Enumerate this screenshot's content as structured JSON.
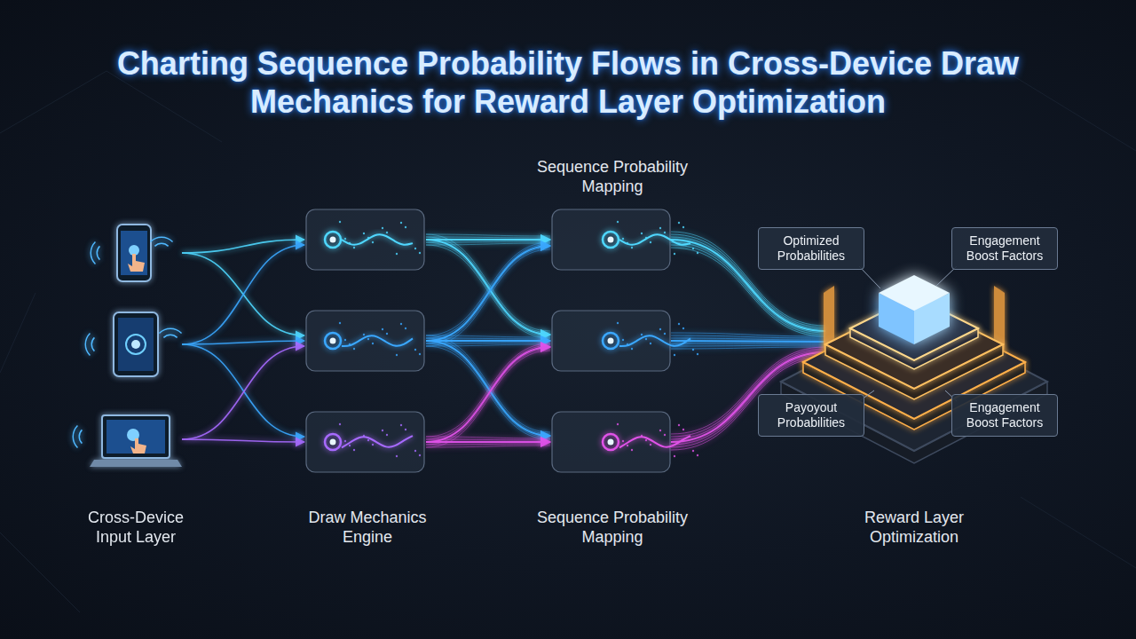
{
  "diagram": {
    "title": "Charting Sequence Probability Flows in Cross-Device Draw Mechanics for Reward Layer Optimization",
    "nodes": [
      {
        "text": [
          "Optimized Probabilities"
        ]
      },
      {
        "text": [
          "Engagement Boost Factors"
        ]
      },
      {
        "text": [
          "Payoyout Probabilities"
        ]
      },
      {
        "text": [
          "Engagement Boost Factors"
        ]
      }
    ],
    "labels": [
      "Sequence Probability Mapping",
      "Cross-Device Input Layer",
      "Draw Mechanics Engine",
      "Sequence Probability Mapping",
      "Reward Layer Optimization"
    ]
  }
}
